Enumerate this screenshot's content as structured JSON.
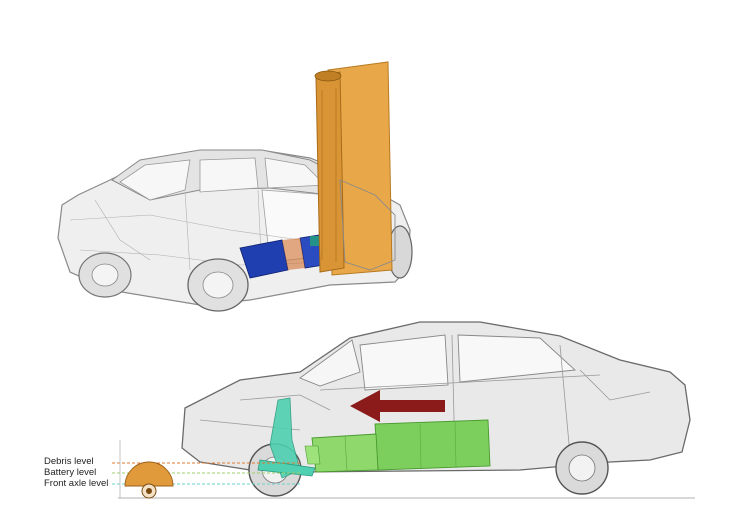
{
  "labels": {
    "debris_level": "Debris level",
    "battery_level": "Battery level",
    "front_axle_level": "Front axle level"
  },
  "colors": {
    "pole": "#e8a84a",
    "pole_dark": "#b87a20",
    "battery_top": "#1f3fb0",
    "battery_bottom": "#7ccf5c",
    "arrow": "#8b1a1a",
    "debris_line": "#e07a30",
    "battery_line": "#9bd06a",
    "axle_line": "#6ad0c8",
    "suspension": "#4fd0b0",
    "car_outline": "#7a7a7a",
    "car_fill": "#d8d8d8",
    "debris_obstacle": "#e09a3c"
  }
}
